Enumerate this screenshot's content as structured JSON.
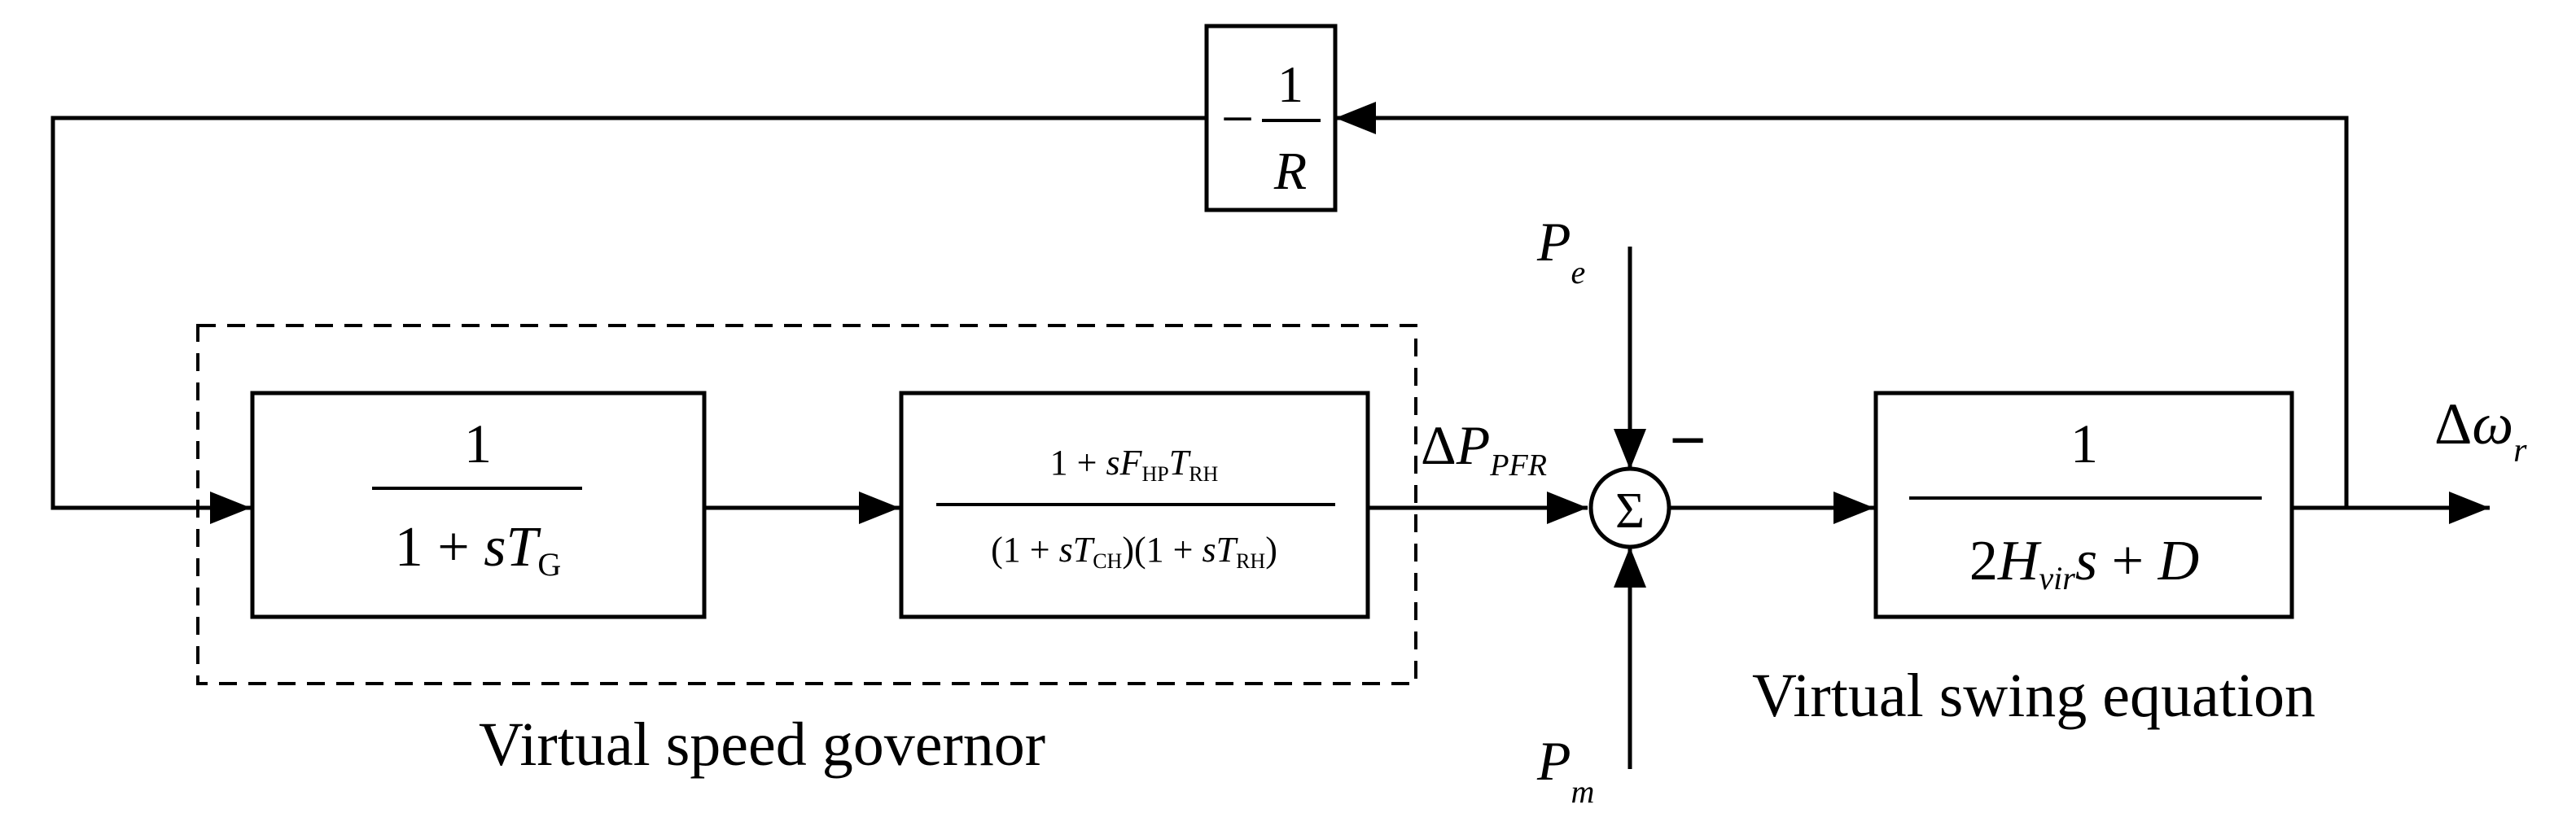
{
  "labels": {
    "governor_caption": "Virtual speed governor",
    "swing_caption": "Virtual swing equation",
    "sum_symbol": "Σ",
    "minus_sign": "−"
  },
  "blocks": {
    "droop": {
      "prefix": "−",
      "num": "1",
      "den": "R"
    },
    "governor": {
      "num": "1",
      "den_a": "1 + ",
      "den_s": "s",
      "den_T": "T",
      "den_sub": "G"
    },
    "turbine": {
      "num_a": "1 + ",
      "num_s": "s",
      "num_F": "F",
      "num_F_sub": "HP",
      "num_T": "T",
      "num_T_sub": "RH",
      "den_a": "(1 + ",
      "den_s1": "s",
      "den_T1": "T",
      "den_T1_sub": "CH",
      "den_b": ")(1 + ",
      "den_s2": "s",
      "den_T2": "T",
      "den_T2_sub": "RH",
      "den_c": ")"
    },
    "swing": {
      "num": "1",
      "den_a": "2",
      "den_H": "H",
      "den_H_sub": "vir",
      "den_s": "s",
      "den_b": " + ",
      "den_D": "D"
    }
  },
  "signals": {
    "dP_delta": "Δ",
    "dP_P": "P",
    "dP_sub": "PFR",
    "Pe_P": "P",
    "Pe_sub": "e",
    "Pm_P": "P",
    "Pm_sub": "m",
    "dw_delta": "Δ",
    "dw_w": "ω",
    "dw_sub": "r"
  }
}
